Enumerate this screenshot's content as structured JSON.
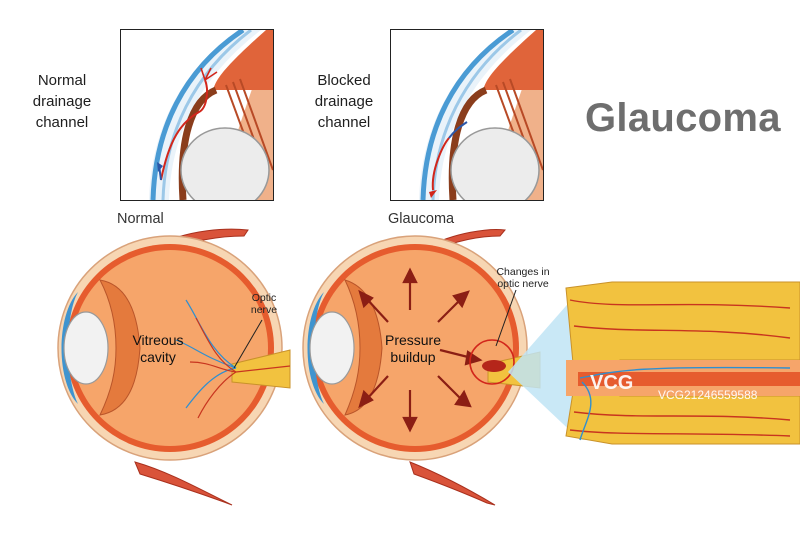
{
  "title": "Glaucoma",
  "labels": {
    "normal_drainage": [
      "Normal",
      "drainage",
      "channel"
    ],
    "blocked_drainage": [
      "Blocked",
      "drainage",
      "channel"
    ],
    "normal_caption": "Normal",
    "glaucoma_caption": "Glaucoma",
    "optic_nerve": [
      "Optic",
      "nerve"
    ],
    "vitreous_cavity": [
      "Vitreous",
      "cavity"
    ],
    "pressure_buildup": [
      "Pressure",
      "buildup"
    ],
    "changes_optic_nerve": [
      "Changes in",
      "optic nerve"
    ]
  },
  "watermark": {
    "logo": "VCG",
    "id_text": "VCG21246559588"
  },
  "colors": {
    "retina": "#e65c2e",
    "vitreous": "#f6a56a",
    "sclera": "#f7d6b3",
    "cornea": "#4aa0d8",
    "muscle": "#d9533a",
    "nerve": "#f2c23f",
    "vessel": "#c8351f",
    "zoom": "#bfe4f5"
  }
}
